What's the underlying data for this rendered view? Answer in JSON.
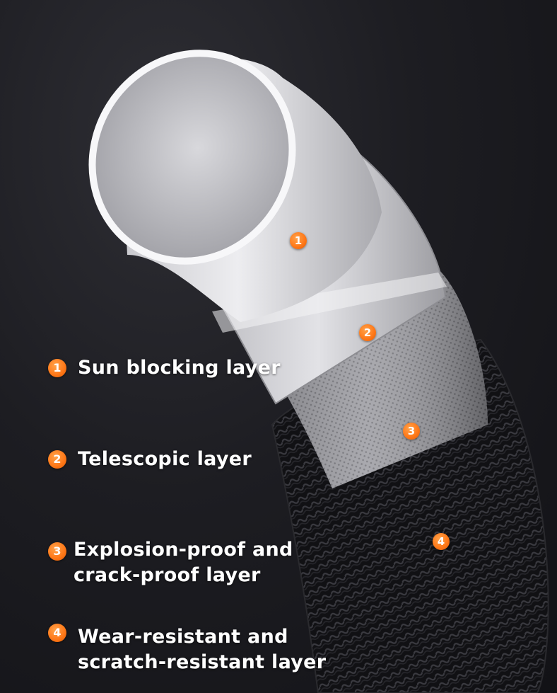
{
  "legend": [
    {
      "number": "1",
      "lines": [
        "Sun blocking layer"
      ]
    },
    {
      "number": "2",
      "lines": [
        "Telescopic layer"
      ]
    },
    {
      "number": "3",
      "lines": [
        "Explosion-proof and",
        "crack-proof layer"
      ]
    },
    {
      "number": "4",
      "lines": [
        "Wear-resistant and",
        "scratch-resistant layer"
      ]
    }
  ],
  "callouts": [
    "1",
    "2",
    "3",
    "4"
  ],
  "colors": {
    "badge": "#ff7a1a",
    "label": "#ffffff",
    "background": "#1d1d22"
  }
}
